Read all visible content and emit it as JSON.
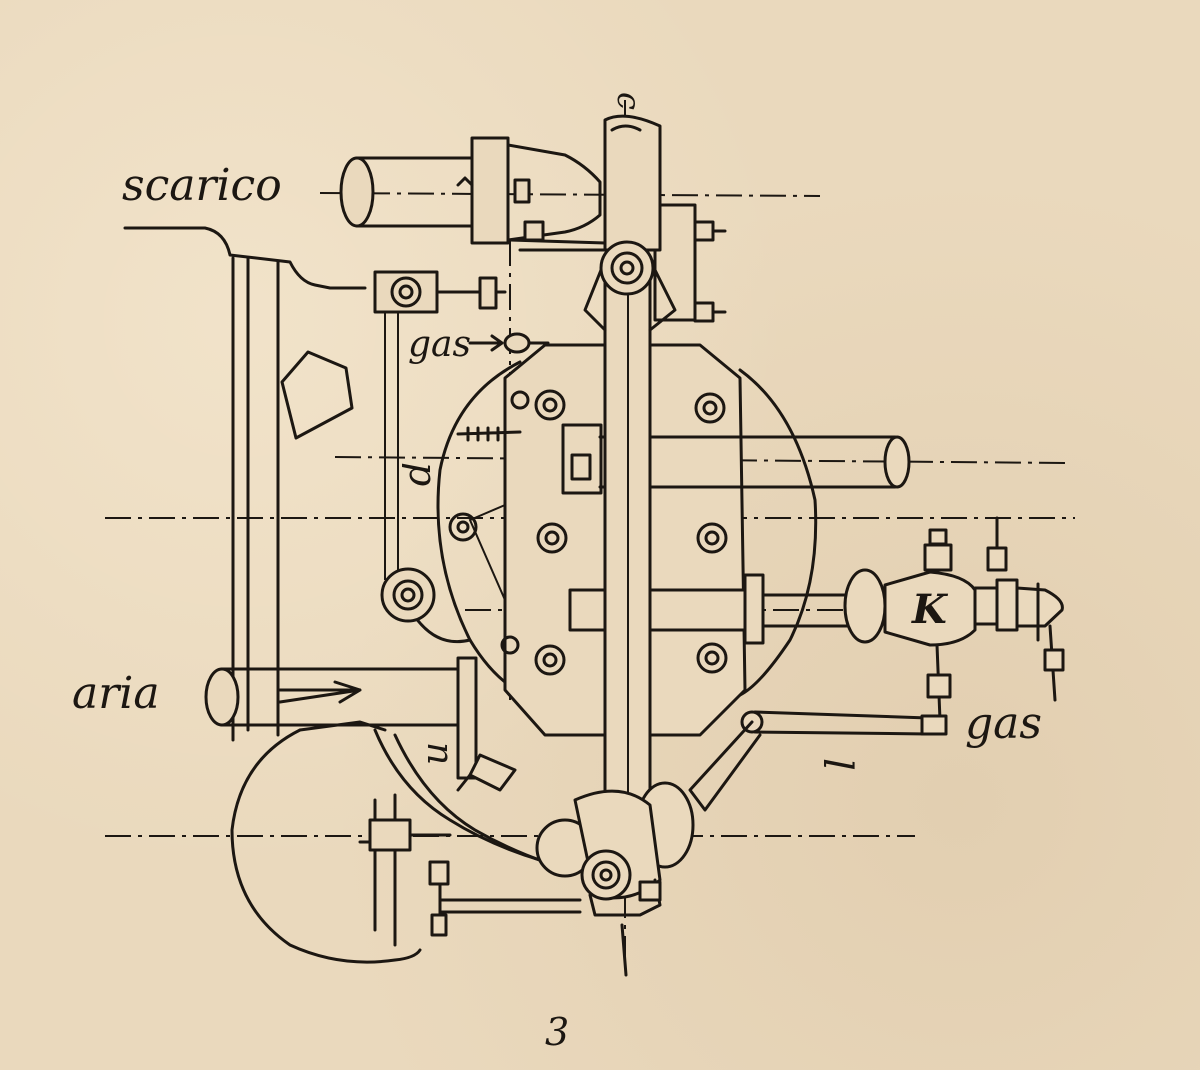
{
  "labels": {
    "scarico": "scarico",
    "gas_top": "gas",
    "p": "p",
    "aria": "aria",
    "n": "n",
    "k": "K",
    "gas_right": "gas",
    "l": "l",
    "c": "c",
    "page_number": "3"
  },
  "colors": {
    "paper": "#ead9bd",
    "ink": "#1c1712"
  }
}
